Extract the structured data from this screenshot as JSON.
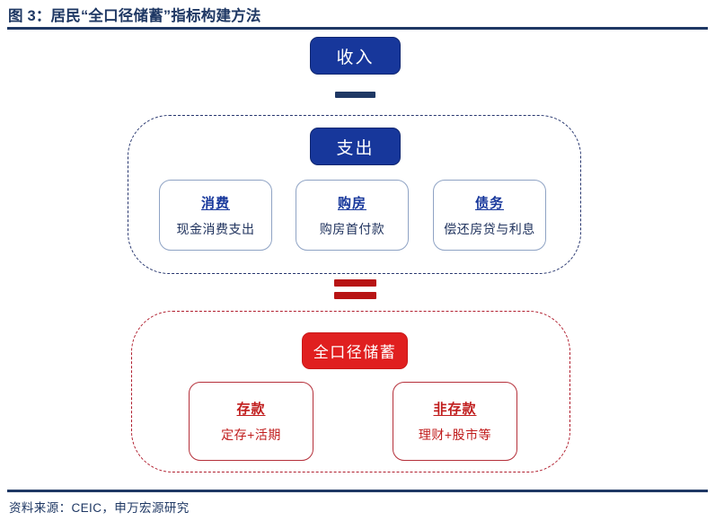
{
  "header": {
    "title": "图 3：居民“全口径储蓄”指标构建方法",
    "accent_color": "#1f3864"
  },
  "diagram": {
    "income": {
      "label": "收入",
      "fill_color": "#17379b",
      "text_color": "#ffffff"
    },
    "minus_operator": {
      "symbol": "−",
      "color": "#1f3864"
    },
    "expenditure_group": {
      "border_color": "#26356e",
      "header": {
        "label": "支出",
        "fill_color": "#17379b",
        "text_color": "#ffffff"
      },
      "items": [
        {
          "title": "消费",
          "desc": "现金消费支出",
          "color": "#17379b"
        },
        {
          "title": "购房",
          "desc": "购房首付款",
          "color": "#17379b"
        },
        {
          "title": "债务",
          "desc": "偿还房贷与利息",
          "color": "#17379b"
        }
      ]
    },
    "equals_operator": {
      "symbol": "=",
      "color": "#b81414"
    },
    "savings_group": {
      "border_color": "#b01e2e",
      "header": {
        "label": "全口径储蓄",
        "fill_color": "#e01f1f",
        "text_color": "#ffffff"
      },
      "items": [
        {
          "title": "存款",
          "desc": "定存+活期",
          "color": "#c01c1c"
        },
        {
          "title": "非存款",
          "desc": "理财+股市等",
          "color": "#c01c1c"
        }
      ]
    }
  },
  "footer": {
    "source": "资料来源：CEIC，申万宏源研究"
  }
}
